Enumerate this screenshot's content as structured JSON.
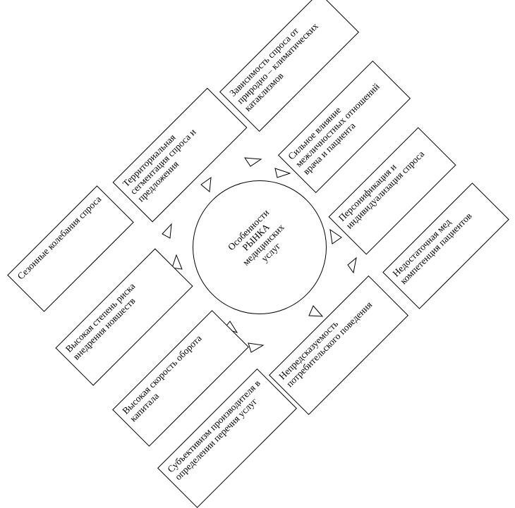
{
  "center": {
    "lines": [
      "Особенности",
      "РЫНКА",
      "медицинских",
      "услуг"
    ]
  },
  "boxes": [
    {
      "id": "dependence",
      "text": "Зависимость спроса от природно – климатических катаклизмов"
    },
    {
      "id": "doctor-patient",
      "text": "Сильное влияние межличностных отношений врача и пациента"
    },
    {
      "id": "personification",
      "text": "Персонификация и индивидуализация спроса"
    },
    {
      "id": "competence",
      "text": "Недостаточная мед компетенция пациентов"
    },
    {
      "id": "unpredictable",
      "text": "Непредсказуемость потребительского поведения"
    },
    {
      "id": "subjectivism",
      "text": "Субъективизм производителя в определении перечня услуг"
    },
    {
      "id": "capital-turnover",
      "text": "Высокая скорость оборота капитала"
    },
    {
      "id": "innovation-risk",
      "text": "Высокая степень риска внедрения новшеств"
    },
    {
      "id": "seasonal",
      "text": "Сезонные колебания спроса"
    },
    {
      "id": "territorial",
      "text": "Территориальная сегментация спроса и предложения"
    }
  ]
}
